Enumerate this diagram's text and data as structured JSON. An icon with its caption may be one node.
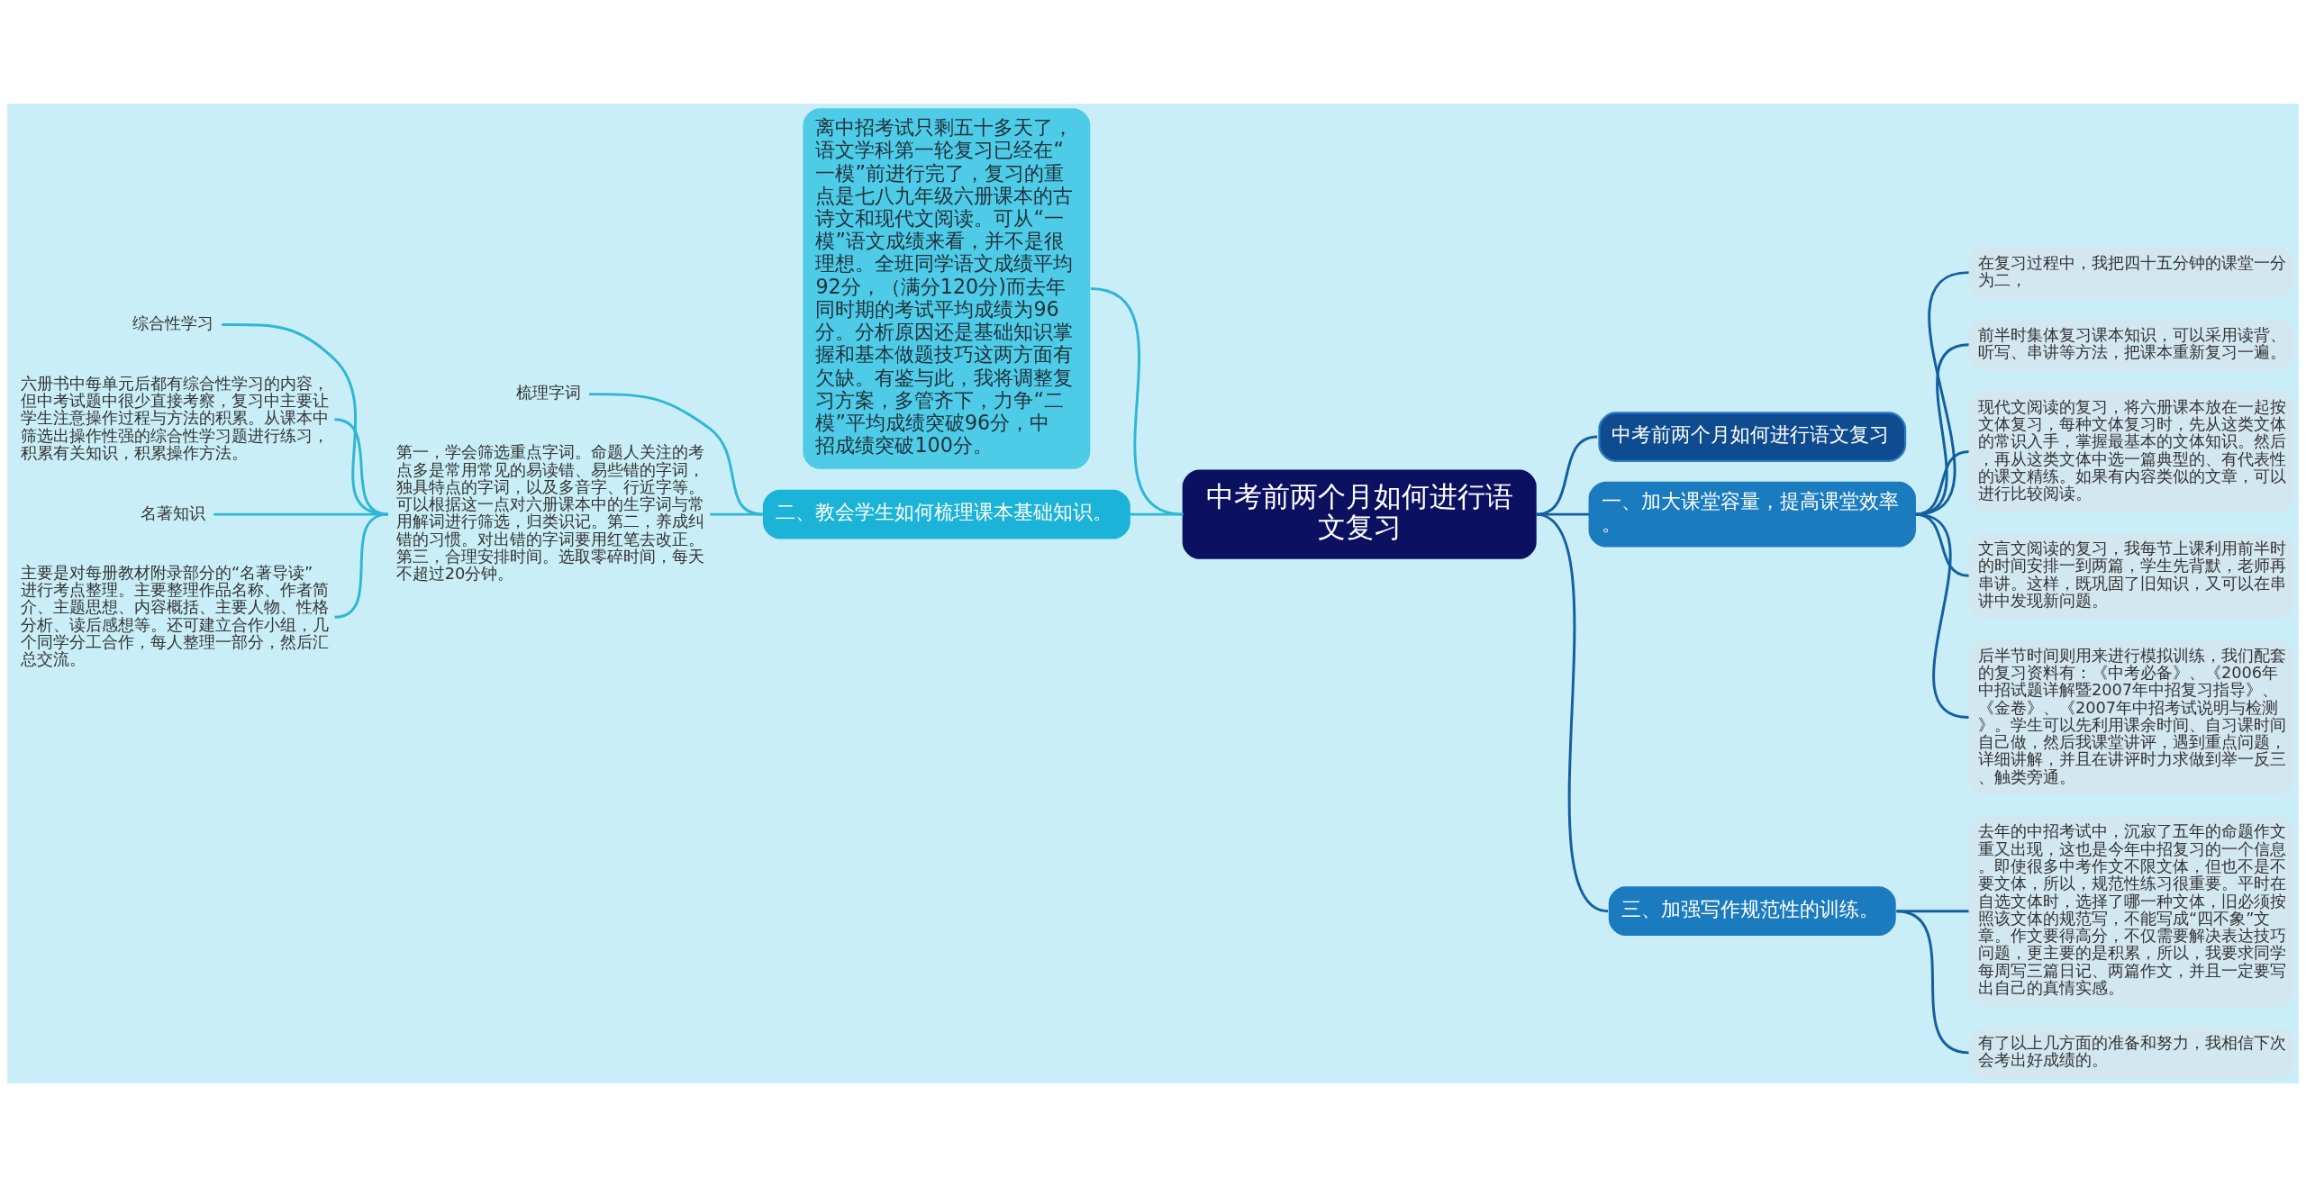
{
  "diagram": {
    "nodes": [
      {
        "text": [
          "中考前两个月如何进行语文复习"
        ]
      },
      {
        "text": [
          "中考前两个月如何进行语文复习"
        ]
      },
      {
        "text": [
          "一、加大课堂容量，提高课堂效率。"
        ]
      },
      {
        "text": [
          "在复习过程中，我把四十五分钟的课堂一分为二，"
        ]
      },
      {
        "text": [
          "前半时集体复习课本知识，可以采用读背、听写、串讲等方法，把课本重新复习一遍。"
        ]
      },
      {
        "text": [
          "现代文阅读的复习，将六册课本放在一起按文体复习，每种文体复习时，先从这类文体的常识入手，掌握最基本的文体知识。然后，再从这类文体中选一篇典型的、有代表性的课文精练。如果有内容类似的文章，可以进行比较阅读。"
        ]
      },
      {
        "text": [
          "文言文阅读的复习，我每节上课利用前半时的时间安排一到两篇，学生先背默，老师再串讲。这样，既巩固了旧知识，又可以在串讲中发现新问题。"
        ]
      },
      {
        "text": [
          "后半节时间则用来进行模拟训练，我们配套的复习资料有：《中考必备》、《2006年中招试题详解暨2007年中招复习指导》、《金卷》、《2007年中招考试说明与检测》。学生可以先利用课余时间、自习课时间自己做，然后我课堂讲评，遇到重点问题，详细讲解，并且在讲评时力求做到举一反三、触类旁通。"
        ]
      },
      {
        "text": [
          "三、加强写作规范性的训练。"
        ]
      },
      {
        "text": [
          "去年的中招考试中，沉寂了五年的命题作文重又出现，这也是今年中招复习的一个信息。即使很多中考作文不限文体，但也不是不要文体，所以，规范性练习很重要。平时在自选文体时，选择了哪一种文体，旧必须按照该文体的规范写，不能写成“四不象”文章。作文要得高分，不仅需要解决表达技巧问题，更主要的是积累，所以，我要求同学每周写三篇日记、两篇作文，并且一定要写出自己的真情实感。"
        ]
      },
      {
        "text": [
          "有了以上几方面的准备和努力，我相信下次会考出好成绩的。"
        ]
      },
      {
        "text": [
          "离中招考试只剩五十多天了，语文学科第一轮复习已经在“一模”前进行完了，复习的重点是七八九年级六册课本的古诗文和现代文阅读。可从“一模”语文成绩来看，并不是很理想。全班同学语文成绩平均92分，（满分120分)而去年同时期的考试平均成绩为96分。分析原因还是基础知识掌握和基本做题技巧这两方面有欠缺。有鉴与此，我将调整复习方案，多管齐下，力争“二模”平均成绩突破96分，中招成绩突破100分。"
        ]
      },
      {
        "text": [
          "二、教会学生如何梳理课本基础知识。"
        ]
      },
      {
        "text": [
          "梳理字词"
        ]
      },
      {
        "text": [
          "第一，学会筛选重点字词。命题人关注的考点多是常用常见的易读错、易些错的字词，独具特点的字词，以及多音字、行近字等。可以根据这一点对六册课本中的生字词与常用解词进行筛选，归类识记。第二，养成纠错的习惯。对出错的字词要用红笔去改正。第三，合理安排时间。选取零碎时间，每天不超过20分钟。"
        ]
      },
      {
        "text": [
          "综合性学习"
        ]
      },
      {
        "text": [
          "六册书中每单元后都有综合性学习的内容，但中考试题中很少直接考察，复习中主要让学生注意操作过程与方法的积累。从课本中筛选出操作性强的综合性学习题进行练习，积累有关知识，积累操作方法。"
        ]
      },
      {
        "text": [
          "名著知识"
        ]
      },
      {
        "text": [
          "主要是对每册教材附录部分的“名著导读”进行考点整理。主要整理作品名称、作者简介、主题思想、内容概括、主要人物、性格分析、读后感想等。还可建立合作小组，几个同学分工合作，每人整理一部分，然后汇总交流。"
        ]
      }
    ],
    "edges": [
      {
        "from": 0,
        "to": 1,
        "arrow": "none"
      },
      {
        "from": 0,
        "to": 2,
        "arrow": "none"
      },
      {
        "from": 0,
        "to": 8,
        "arrow": "none"
      },
      {
        "from": 2,
        "to": 3,
        "arrow": "none"
      },
      {
        "from": 2,
        "to": 4,
        "arrow": "none"
      },
      {
        "from": 2,
        "to": 5,
        "arrow": "none"
      },
      {
        "from": 2,
        "to": 6,
        "arrow": "none"
      },
      {
        "from": 2,
        "to": 7,
        "arrow": "none"
      },
      {
        "from": 8,
        "to": 9,
        "arrow": "none"
      },
      {
        "from": 8,
        "to": 10,
        "arrow": "none"
      },
      {
        "from": 0,
        "to": 11,
        "arrow": "none",
        "color": "#2fb6d5"
      },
      {
        "from": 0,
        "to": 12,
        "arrow": "none",
        "color": "#2fb6d5"
      },
      {
        "from": 12,
        "to": 13,
        "arrow": "none",
        "color": "#2fb6d5"
      },
      {
        "from": 12,
        "to": 14,
        "arrow": "none",
        "color": "#2fb6d5"
      },
      {
        "from": 14,
        "to": 15,
        "arrow": "none",
        "color": "#2fb6d5"
      },
      {
        "from": 14,
        "to": 16,
        "arrow": "none",
        "color": "#2fb6d5"
      },
      {
        "from": 14,
        "to": 17,
        "arrow": "none",
        "color": "#2fb6d5"
      },
      {
        "from": 14,
        "to": 18,
        "arrow": "none",
        "color": "#2fb6d5"
      }
    ]
  }
}
